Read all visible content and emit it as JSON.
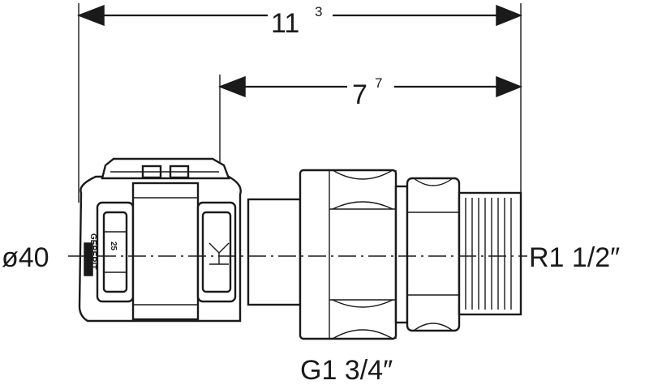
{
  "dimensions": {
    "overall": {
      "base": "11",
      "sup": "3"
    },
    "partial": {
      "base": "7",
      "sup": "7"
    }
  },
  "labels": {
    "pipe_diameter": "ø40",
    "outer_thread": "R1 1/2″",
    "union_thread": "G1 3/4″",
    "brand_mark": "GEBERIT",
    "size_mark": "25"
  },
  "colors": {
    "line": "#1a1a1a",
    "background": "#ffffff"
  }
}
